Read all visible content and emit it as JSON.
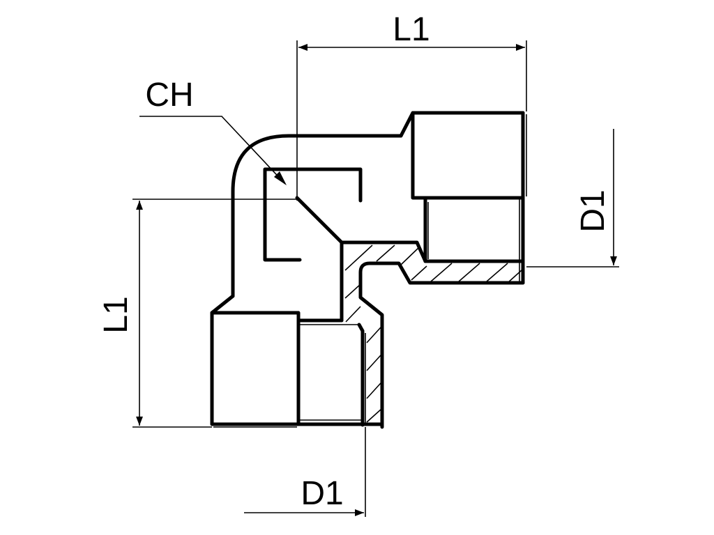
{
  "labels": {
    "top_length": "L1",
    "left_length": "L1",
    "hex": "CH",
    "right_diameter": "D1",
    "bottom_diameter": "D1"
  }
}
